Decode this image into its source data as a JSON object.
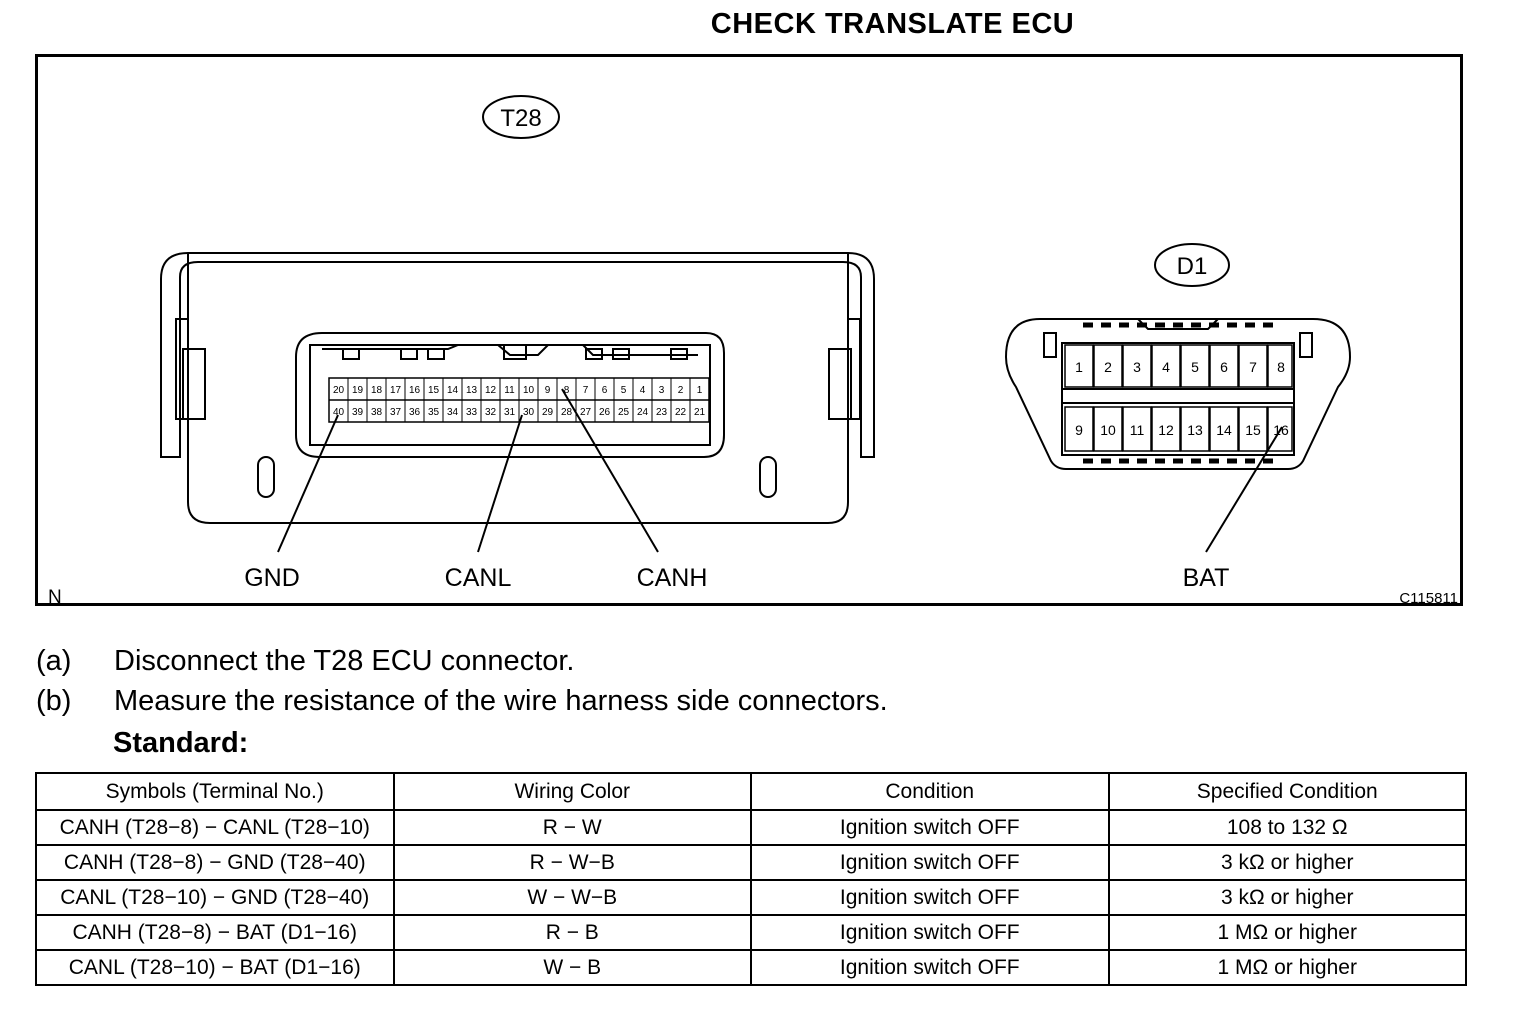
{
  "title": "CHECK TRANSLATE ECU",
  "figure": {
    "connector_t28_label": "T28",
    "connector_d1_label": "D1",
    "t28_top_row": [
      "20",
      "19",
      "18",
      "17",
      "16",
      "15",
      "14",
      "13",
      "12",
      "11",
      "10",
      "9",
      "8",
      "7",
      "6",
      "5",
      "4",
      "3",
      "2",
      "1"
    ],
    "t28_bottom_row": [
      "40",
      "39",
      "38",
      "37",
      "36",
      "35",
      "34",
      "33",
      "32",
      "31",
      "30",
      "29",
      "28",
      "27",
      "26",
      "25",
      "24",
      "23",
      "22",
      "21"
    ],
    "d1_top_row": [
      "1",
      "2",
      "3",
      "4",
      "5",
      "6",
      "7",
      "8"
    ],
    "d1_bottom_row": [
      "9",
      "10",
      "11",
      "12",
      "13",
      "14",
      "15",
      "16"
    ],
    "labels": {
      "gnd": "GND",
      "canl": "CANL",
      "canh": "CANH",
      "bat": "BAT",
      "corner": "N",
      "figure_code": "C115811"
    }
  },
  "steps": [
    {
      "label": "(a)",
      "text": "Disconnect the T28 ECU connector."
    },
    {
      "label": "(b)",
      "text": "Measure the resistance of the wire harness side connectors."
    }
  ],
  "standard_label": "Standard:",
  "table": {
    "headers": [
      "Symbols (Terminal No.)",
      "Wiring Color",
      "Condition",
      "Specified Condition"
    ],
    "rows": [
      [
        "CANH (T28−8) − CANL (T28−10)",
        "R − W",
        "Ignition switch OFF",
        "108 to 132 Ω"
      ],
      [
        "CANH (T28−8) − GND (T28−40)",
        "R − W−B",
        "Ignition switch OFF",
        "3 kΩ or higher"
      ],
      [
        "CANL (T28−10) − GND (T28−40)",
        "W − W−B",
        "Ignition switch OFF",
        "3 kΩ or higher"
      ],
      [
        "CANH (T28−8) − BAT (D1−16)",
        "R − B",
        "Ignition switch OFF",
        "1 MΩ or higher"
      ],
      [
        "CANL (T28−10) − BAT (D1−16)",
        "W − B",
        "Ignition switch OFF",
        "1 MΩ or higher"
      ]
    ]
  }
}
